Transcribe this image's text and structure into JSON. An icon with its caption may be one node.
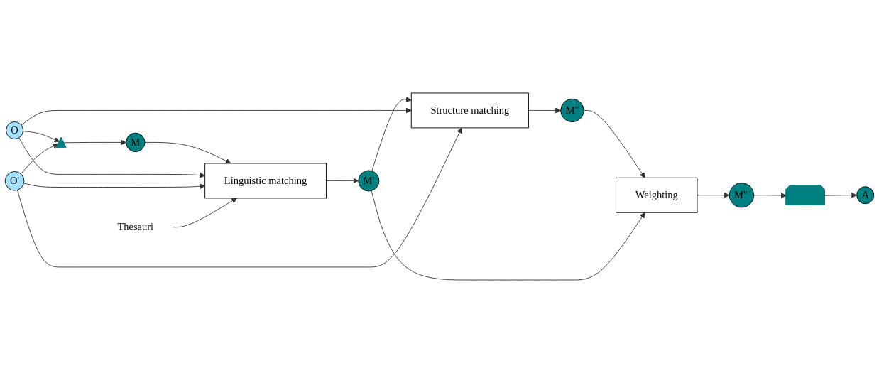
{
  "diagram": {
    "nodes": [
      {
        "text": [
          "O"
        ]
      },
      {
        "text": [
          "O'"
        ]
      },
      {
        "text": [],
        "shape": "triangle"
      },
      {
        "text": [
          "M"
        ]
      },
      {
        "text": [
          "Linguistic matching"
        ]
      },
      {
        "text": [
          "M'"
        ]
      },
      {
        "text": [
          "Structure matching"
        ]
      },
      {
        "text": [
          "M\""
        ]
      },
      {
        "text": [
          "Weighting"
        ]
      },
      {
        "text": [
          "M'''"
        ]
      },
      {
        "text": [],
        "shape": "chevron"
      },
      {
        "text": [
          "A"
        ]
      },
      {
        "text": [
          "Thesauri"
        ]
      }
    ],
    "edges": [
      {
        "from": 0,
        "to": 2,
        "arrow": "to"
      },
      {
        "from": 1,
        "to": 2,
        "arrow": "to"
      },
      {
        "from": 2,
        "to": 3,
        "arrow": "to"
      },
      {
        "from": 3,
        "to": 4,
        "arrow": "to"
      },
      {
        "from": 0,
        "to": 4,
        "arrow": "to"
      },
      {
        "from": 1,
        "to": 4,
        "arrow": "to"
      },
      {
        "from": 12,
        "to": 4,
        "arrow": "to"
      },
      {
        "from": 4,
        "to": 5,
        "arrow": "to"
      },
      {
        "from": 5,
        "to": 6,
        "arrow": "to"
      },
      {
        "from": 0,
        "to": 6,
        "arrow": "to"
      },
      {
        "from": 1,
        "to": 6,
        "arrow": "to"
      },
      {
        "from": 6,
        "to": 7,
        "arrow": "to"
      },
      {
        "from": 7,
        "to": 8,
        "arrow": "to"
      },
      {
        "from": 5,
        "to": 8,
        "arrow": "to"
      },
      {
        "from": 8,
        "to": 9,
        "arrow": "to"
      },
      {
        "from": 9,
        "to": 10,
        "arrow": "to"
      },
      {
        "from": 10,
        "to": 11,
        "arrow": "to"
      }
    ]
  }
}
